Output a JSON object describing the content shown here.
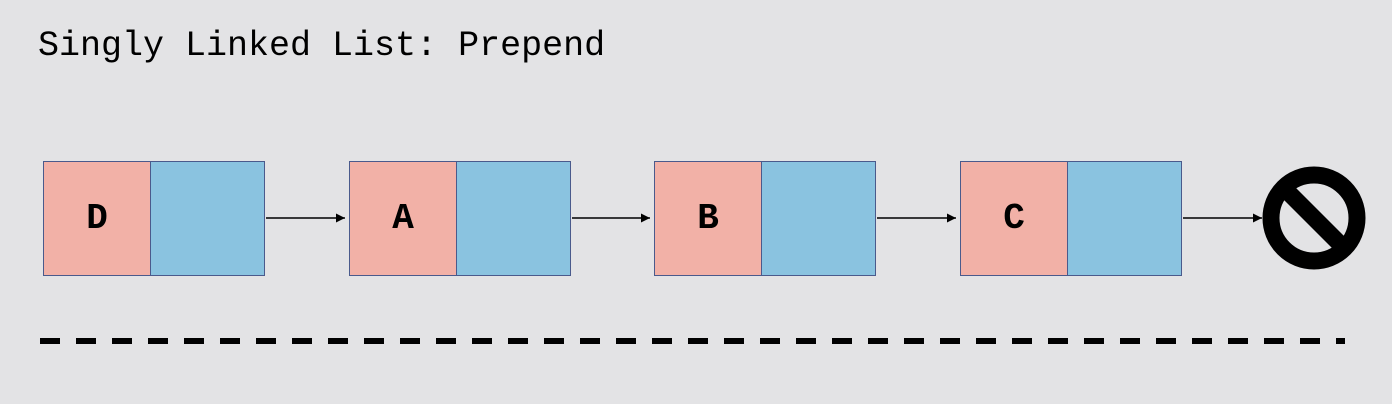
{
  "title": "Singly Linked List: Prepend",
  "colors": {
    "background": "#e3e3e5",
    "value_cell": "#f2b1a7",
    "pointer_cell": "#8ac3e0",
    "border": "#4a5a8c",
    "null_symbol": "#000000"
  },
  "nodes": [
    {
      "value": "D"
    },
    {
      "value": "A"
    },
    {
      "value": "B"
    },
    {
      "value": "C"
    }
  ],
  "terminator": {
    "icon": "null-prohibited-icon"
  },
  "separator": {
    "style": "dashed"
  }
}
